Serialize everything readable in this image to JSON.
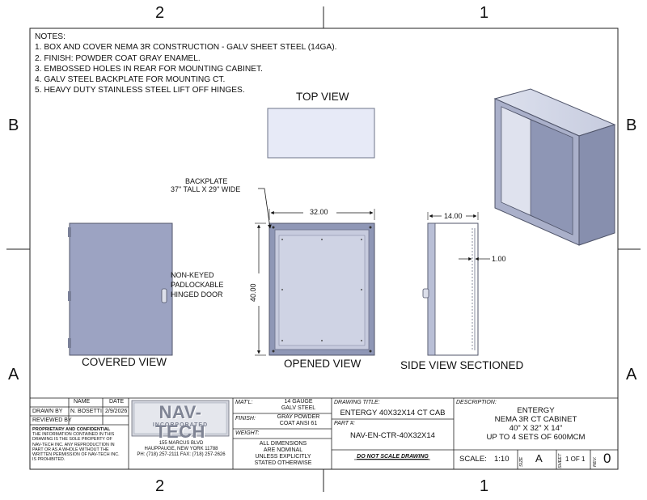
{
  "zones": {
    "top_left": "2",
    "top_right": "1",
    "bottom_left": "2",
    "bottom_right": "1",
    "left_upper": "B",
    "left_lower": "A",
    "right_upper": "B",
    "right_lower": "A"
  },
  "notes": {
    "heading": "NOTES:",
    "items": [
      "1. BOX AND COVER NEMA 3R CONSTRUCTION - GALV SHEET STEEL (14GA).",
      "2. FINISH: POWDER COAT GRAY ENAMEL.",
      "3. EMBOSSED HOLES IN REAR FOR MOUNTING CABINET.",
      "4. GALV STEEL BACKPLATE FOR MOUNTING CT.",
      "5. HEAVY DUTY STAINLESS STEEL LIFT OFF HINGES."
    ]
  },
  "views": {
    "top": "TOP VIEW",
    "covered": "COVERED VIEW",
    "opened": "OPENED VIEW",
    "side": "SIDE VIEW SECTIONED"
  },
  "callouts": {
    "backplate_line1": "BACKPLATE",
    "backplate_line2": "37\" TALL X 29\" WIDE",
    "door_line1": "NON-KEYED",
    "door_line2": "PADLOCKABLE",
    "door_line3": "HINGED DOOR"
  },
  "dimensions": {
    "width": "32.00",
    "height": "40.00",
    "depth": "14.00",
    "flange": "1.00"
  },
  "title_block": {
    "name_header": "NAME",
    "date_header": "DATE",
    "drawn_by_label": "DRAWN BY",
    "drawn_by_name": "N. BOSETTI",
    "drawn_by_date": "2/9/2026",
    "reviewed_by_label": "REVIEWED BY",
    "proprietary_title": "PROPRIETARY AND CONFIDENTIAL",
    "proprietary_lines": [
      "THE INFORMATION CONTAINED IN THIS",
      "DRAWING IS THE SOLE PROPERTY OF",
      "NAV-TECH INC. ANY REPRODUCTION IN",
      "PART OR AS A WHOLE WITHOUT THE",
      "WRITTEN PERMISSION OF NAV-TECH INC.",
      "IS PROHIBITED."
    ],
    "logo_main": "NAV-TECH",
    "logo_sub": "INCORPORATED",
    "address1": "155 MARCUS BLVD",
    "address2": "HAUPPAUGE, NEW YORK 11788",
    "phone": "PH: (718) 257-2111   FAX: (718) 257-2626",
    "matl_label": "MAT'L:",
    "matl_line1": "14 GAUGE",
    "matl_line2": "GALV STEEL",
    "finish_label": "FINISH:",
    "finish_line1": "GRAY POWDER",
    "finish_line2": "COAT ANSI 61",
    "weight_label": "WEIGHT:",
    "nominal_lines": [
      "ALL DIMENSIONS",
      "ARE NOMINAL",
      "UNLESS EXPLICITLY",
      "STATED OTHERWISE"
    ],
    "drawing_title_label": "DRAWING TITLE:",
    "drawing_title": "ENTERGY 40X32X14 CT CAB",
    "part_label": "PART #:",
    "part_number": "NAV-EN-CTR-40X32X14",
    "do_not_scale": "DO NOT SCALE DRAWING",
    "description_label": "DESCRIPTION:",
    "description_lines": [
      "ENTERGY",
      "NEMA 3R CT CABINET",
      "40\" X 32\" X 14\"",
      "UP TO 4 SETS OF 600MCM"
    ],
    "scale_label": "SCALE:",
    "scale_value": "1:10",
    "size_label": "SIZE",
    "size_value": "A",
    "sheet_label": "SHEET",
    "sheet_value": "1 OF 1",
    "rev_label": "REV.",
    "rev_value": "0"
  }
}
